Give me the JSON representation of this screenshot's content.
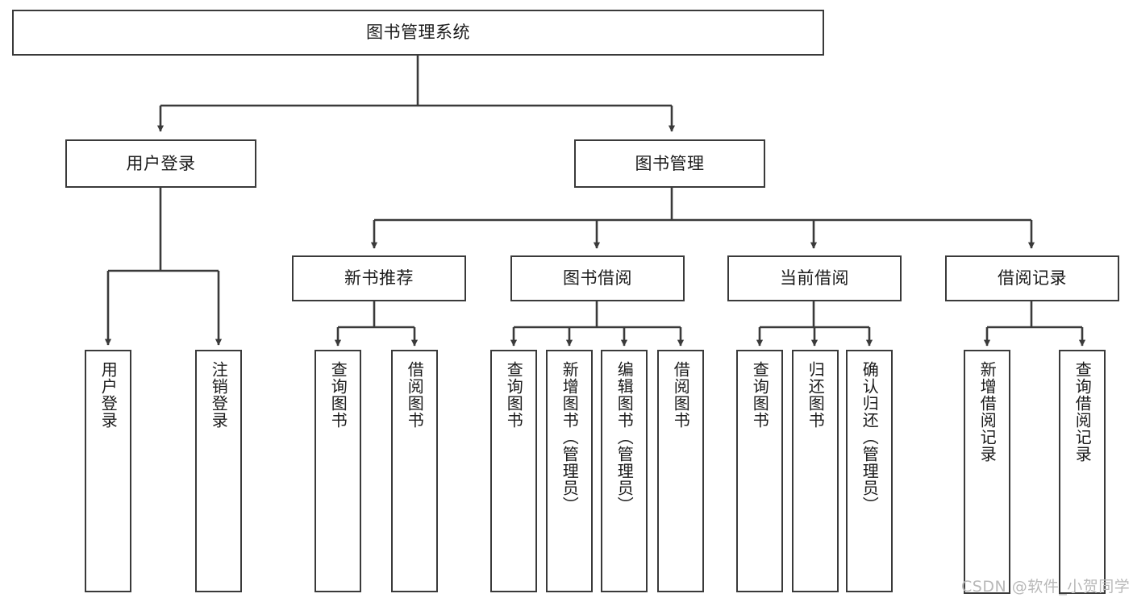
{
  "diagram": {
    "title": "图书管理系统",
    "type": "tree-hierarchy-chart",
    "watermark": "CSDN @软件_小贺同学",
    "colors": {
      "stroke": "#3a3a3a",
      "fill": "#ffffff",
      "text": "#1b1b1b",
      "watermark": "#b9b9b9"
    },
    "levels": {
      "root": "图书管理系统",
      "level2": [
        "用户登录",
        "图书管理"
      ],
      "level3": [
        "新书推荐",
        "图书借阅",
        "当前借阅",
        "借阅记录"
      ],
      "level4": [
        "用户登录",
        "注销登录",
        "查询图书",
        "借阅图书",
        "查询图书",
        "新增图书（管理员）",
        "编辑图书（管理员）",
        "借阅图书",
        "查询图书",
        "归还图书",
        "确认归还（管理员）",
        "新增借阅记录",
        "查询借阅记录"
      ]
    },
    "nodes": {
      "root": {
        "label": "图书管理系统"
      },
      "user_login": {
        "label": "用户登录"
      },
      "book_mgmt": {
        "label": "图书管理"
      },
      "new_book_rec": {
        "label": "新书推荐"
      },
      "book_borrow": {
        "label": "图书借阅"
      },
      "current_borrow": {
        "label": "当前借阅"
      },
      "borrow_record": {
        "label": "借阅记录"
      },
      "leaf_user_login": {
        "label": "用户登录"
      },
      "leaf_logout": {
        "label": "注销登录"
      },
      "leaf_query_book_1": {
        "label": "查询图书"
      },
      "leaf_borrow_book_1": {
        "label": "借阅图书"
      },
      "leaf_query_book_2": {
        "label": "查询图书"
      },
      "leaf_add_book": {
        "label": "新增图书（管理员）"
      },
      "leaf_edit_book": {
        "label": "编辑图书（管理员）"
      },
      "leaf_borrow_book_2": {
        "label": "借阅图书"
      },
      "leaf_query_book_3": {
        "label": "查询图书"
      },
      "leaf_return_book": {
        "label": "归还图书"
      },
      "leaf_confirm_return": {
        "label": "确认归还（管理员）"
      },
      "leaf_add_record": {
        "label": "新增借阅记录"
      },
      "leaf_query_record": {
        "label": "查询借阅记录"
      }
    },
    "edges": [
      {
        "from": "root",
        "to": "user_login"
      },
      {
        "from": "root",
        "to": "book_mgmt"
      },
      {
        "from": "user_login",
        "to": "leaf_user_login"
      },
      {
        "from": "user_login",
        "to": "leaf_logout"
      },
      {
        "from": "book_mgmt",
        "to": "new_book_rec"
      },
      {
        "from": "book_mgmt",
        "to": "book_borrow"
      },
      {
        "from": "book_mgmt",
        "to": "current_borrow"
      },
      {
        "from": "book_mgmt",
        "to": "borrow_record"
      },
      {
        "from": "new_book_rec",
        "to": "leaf_query_book_1"
      },
      {
        "from": "new_book_rec",
        "to": "leaf_borrow_book_1"
      },
      {
        "from": "book_borrow",
        "to": "leaf_query_book_2"
      },
      {
        "from": "book_borrow",
        "to": "leaf_add_book"
      },
      {
        "from": "book_borrow",
        "to": "leaf_edit_book"
      },
      {
        "from": "book_borrow",
        "to": "leaf_borrow_book_2"
      },
      {
        "from": "current_borrow",
        "to": "leaf_query_book_3"
      },
      {
        "from": "current_borrow",
        "to": "leaf_return_book"
      },
      {
        "from": "current_borrow",
        "to": "leaf_confirm_return"
      },
      {
        "from": "borrow_record",
        "to": "leaf_add_record"
      },
      {
        "from": "borrow_record",
        "to": "leaf_query_record"
      }
    ]
  }
}
